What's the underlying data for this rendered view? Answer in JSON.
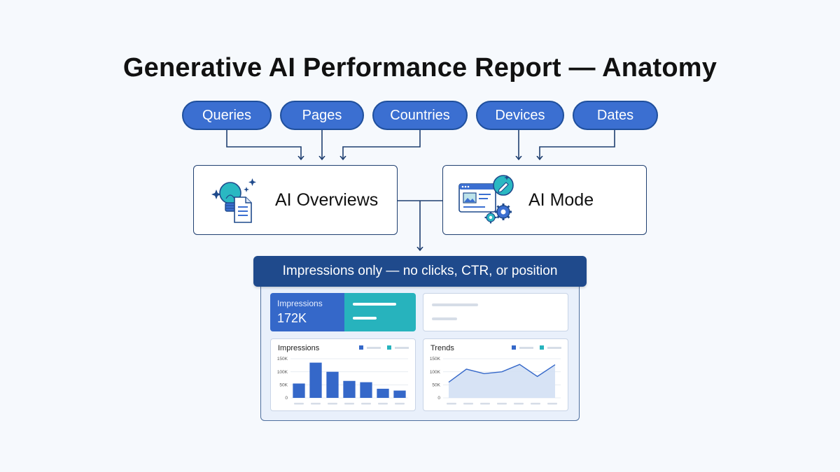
{
  "title": "Generative AI Performance Report — Anatomy",
  "filters": [
    {
      "label": "Queries"
    },
    {
      "label": "Pages"
    },
    {
      "label": "Countries"
    },
    {
      "label": "Devices"
    },
    {
      "label": "Dates"
    }
  ],
  "nodes": {
    "ai_overviews": {
      "label": "AI Overviews",
      "icon": "lightbulb-document-icon"
    },
    "ai_mode": {
      "label": "AI Mode",
      "icon": "browser-gears-icon"
    }
  },
  "banner": "Impressions only — no clicks, CTR, or position",
  "kpi": {
    "label": "Impressions",
    "value": "172K"
  },
  "colors": {
    "accent": "#3b6fd1",
    "dark": "#1f4a8c",
    "teal": "#27b3bd"
  },
  "chart_data": [
    {
      "type": "bar",
      "title": "Impressions",
      "ylim": [
        0,
        150000
      ],
      "yticks": [
        "150K",
        "100K",
        "50K",
        "0"
      ],
      "values": [
        55000,
        135000,
        100000,
        65000,
        60000,
        35000,
        28000
      ]
    },
    {
      "type": "area",
      "title": "Trends",
      "ylim": [
        0,
        150000
      ],
      "yticks": [
        "150K",
        "100K",
        "50K",
        "0"
      ],
      "values": [
        60000,
        110000,
        93000,
        100000,
        128000,
        82000,
        127000
      ]
    }
  ]
}
